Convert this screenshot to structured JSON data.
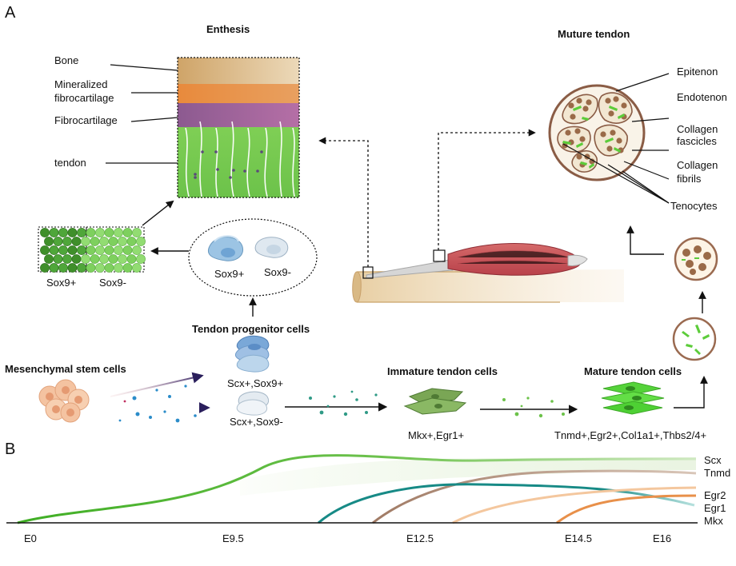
{
  "panel_a": {
    "letter": "A",
    "enthesis": {
      "title": "Enthesis",
      "layers": [
        "Bone",
        "Mineralized",
        "fibrocartilage",
        "Fibrocartilage",
        "tendon"
      ]
    },
    "mature_tendon": {
      "title": "Muture tendon",
      "labels": [
        "Epitenon",
        "Endotenon",
        "Collagen",
        "fascicles",
        "Collagen",
        "fibrils",
        "Tenocytes"
      ]
    },
    "sox_left": [
      "Sox9+",
      "Sox9-"
    ],
    "sox_oval": [
      "Sox9+",
      "Sox9-"
    ],
    "progenitor_title": "Tendon progenitor cells",
    "msc_title": "Mesenchymal stem cells",
    "progenitor_markers": [
      "Scx+,Sox9+",
      "Scx+,Sox9-"
    ],
    "immature": {
      "title": "Immature tendon cells",
      "markers": "Mkx+,Egr1+"
    },
    "mature": {
      "title": "Mature tendon cells",
      "markers": "Tnmd+,Egr2+,Col1a1+,Thbs2/4+"
    }
  },
  "panel_b": {
    "letter": "B",
    "genes": [
      "Scx",
      "Tnmd",
      "Egr2",
      "Egr1",
      "Mkx"
    ],
    "stages": [
      "E0",
      "E9.5",
      "E12.5",
      "E14.5",
      "E16"
    ],
    "colors": {
      "Scx": "#3fae24",
      "Tnmd": "#a07a64",
      "Egr2": "#e8904a",
      "Egr1": "#f4c79e",
      "Mkx": "#178a86"
    }
  }
}
